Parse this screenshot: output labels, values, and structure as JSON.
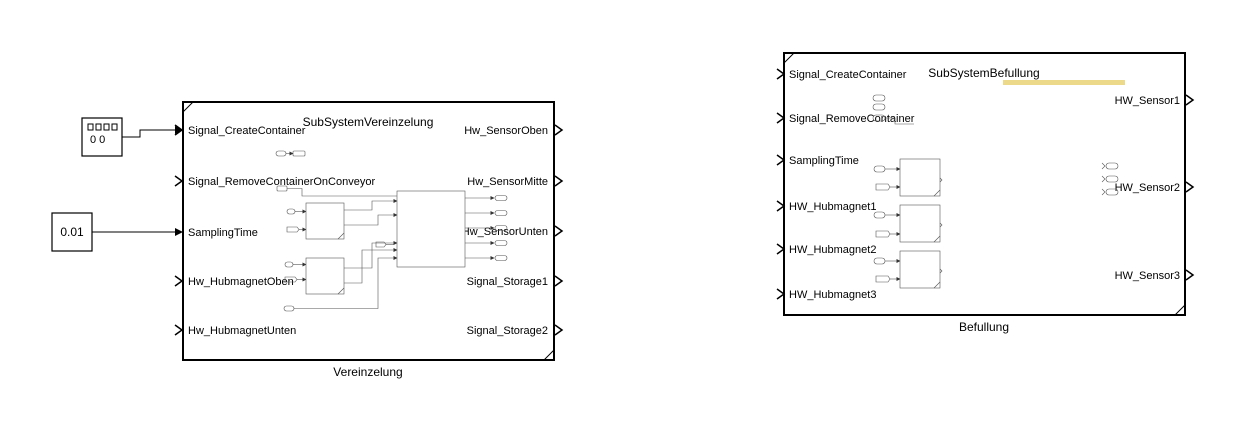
{
  "blocks": {
    "digital_clock": {
      "value": "0 0"
    },
    "constant": {
      "value": "0.01"
    }
  },
  "vereinzelung": {
    "title": "SubSystemVereinzelung",
    "name": "Vereinzelung",
    "inputs": [
      "Signal_CreateContainer",
      "Signal_RemoveContainerOnConveyor",
      "SamplingTime",
      "Hw_HubmagnetOben",
      "Hw_HubmagnetUnten"
    ],
    "outputs": [
      "Hw_SensorOben",
      "Hw_SensorMitte",
      "Hw_SensorUnten",
      "Signal_Storage1",
      "Signal_Storage2"
    ]
  },
  "befullung": {
    "title": "SubSystemBefullung",
    "name": "Befullung",
    "inputs": [
      "Signal_CreateContainer",
      "Signal_RemoveContainer",
      "SamplingTime",
      "HW_Hubmagnet1",
      "HW_Hubmagnet2",
      "HW_Hubmagnet3"
    ],
    "outputs": [
      "HW_Sensor1",
      "HW_Sensor2",
      "HW_Sensor3"
    ],
    "highlight_color": "#ecd98a"
  }
}
